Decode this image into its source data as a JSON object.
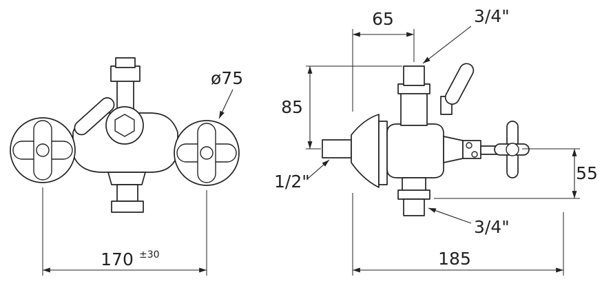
{
  "style": {
    "line_color": "#222222",
    "background": "#ffffff"
  },
  "front_view": {
    "dim_handle_diameter": "ø75",
    "dim_width": "170",
    "dim_width_tolerance": "±30"
  },
  "side_view": {
    "dim_depth_top": "65",
    "dim_top_connector": "3/4\"",
    "dim_height_top": "85",
    "dim_wall_connector": "1/2\"",
    "dim_height_bottom": "55",
    "dim_bottom_connector": "3/4\"",
    "dim_depth_total": "185"
  }
}
